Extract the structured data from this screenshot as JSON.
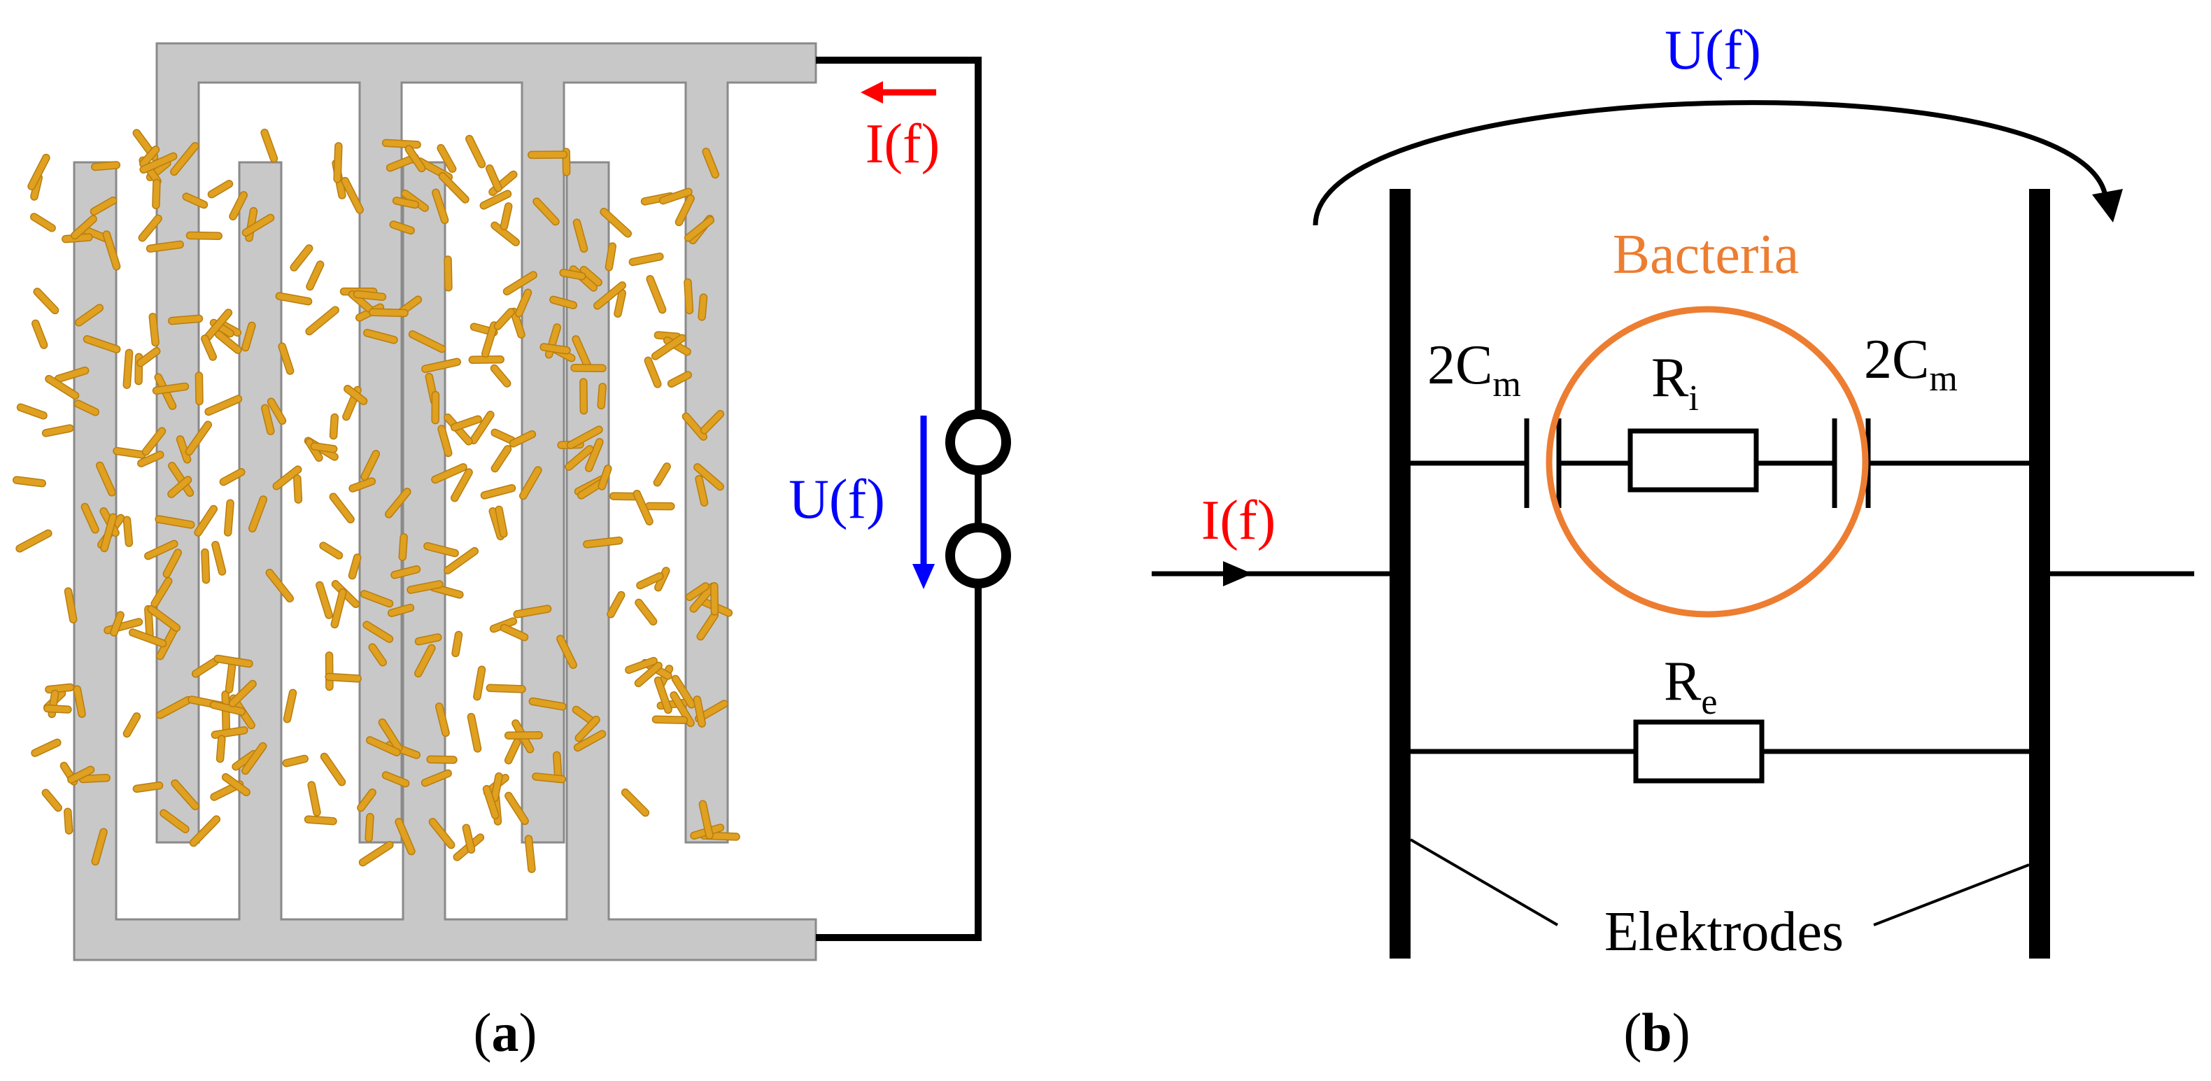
{
  "panel_a": {
    "label_open": "(",
    "label_letter": "a",
    "label_close": ")",
    "current_label": "I(f)",
    "voltage_label": "U(f)",
    "bacteria_count": 320
  },
  "panel_b": {
    "label_open": "(",
    "label_letter": "b",
    "label_close": ")",
    "voltage_label": "U(f)",
    "current_label": "I(f)",
    "bacteria_label": "Bacteria",
    "cap_left": {
      "main": "2C",
      "sub": "m"
    },
    "cap_right": {
      "main": "2C",
      "sub": "m"
    },
    "r_internal": {
      "main": "R",
      "sub": "i"
    },
    "r_external": {
      "main": "R",
      "sub": "e"
    },
    "electrodes_label": "Elektrodes"
  },
  "colors": {
    "current": "#ff0000",
    "voltage": "#0000ff",
    "bacteria_ring": "#ed7d31",
    "electrode_metal": "#c8c8c8",
    "bacteria_rods": "#e0a020"
  }
}
